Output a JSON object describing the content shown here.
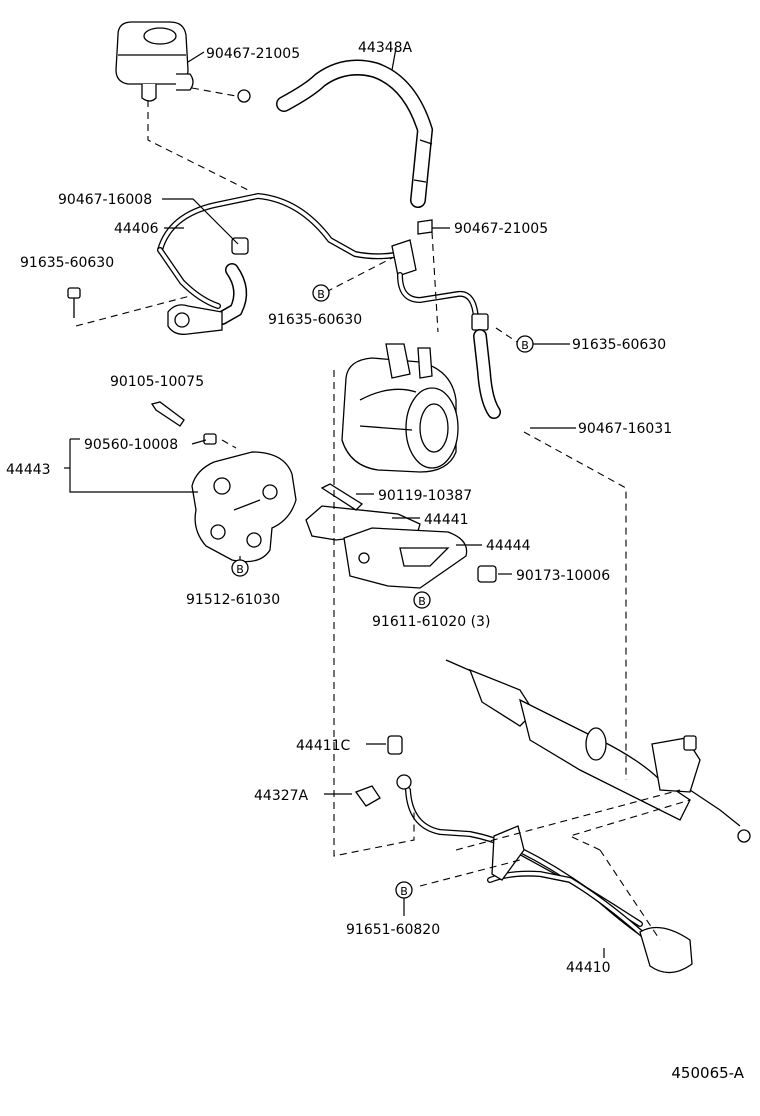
{
  "diagram": {
    "ref_code": "450065-A",
    "callouts": [
      {
        "id": "c1",
        "text": "90467-21005"
      },
      {
        "id": "c2",
        "text": "44348A"
      },
      {
        "id": "c3",
        "text": "90467-16008"
      },
      {
        "id": "c4",
        "text": "44406"
      },
      {
        "id": "c5",
        "text": "91635-60630"
      },
      {
        "id": "c6",
        "text": "90467-21005"
      },
      {
        "id": "c7",
        "text": "91635-60630"
      },
      {
        "id": "c8",
        "text": "91635-60630"
      },
      {
        "id": "c9",
        "text": "90105-10075"
      },
      {
        "id": "c10",
        "text": "90467-16031"
      },
      {
        "id": "c11",
        "text": "90560-10008"
      },
      {
        "id": "c12",
        "text": "44443"
      },
      {
        "id": "c13",
        "text": "90119-10387"
      },
      {
        "id": "c14",
        "text": "44441"
      },
      {
        "id": "c15",
        "text": "44444"
      },
      {
        "id": "c16",
        "text": "90173-10006"
      },
      {
        "id": "c17",
        "text": "91512-61030"
      },
      {
        "id": "c18",
        "text": "91611-61020 (3)"
      },
      {
        "id": "c19",
        "text": "44411C"
      },
      {
        "id": "c20",
        "text": "44327A"
      },
      {
        "id": "c21",
        "text": "91651-60820"
      },
      {
        "id": "c22",
        "text": "44410"
      }
    ],
    "badge_letter": "B"
  }
}
